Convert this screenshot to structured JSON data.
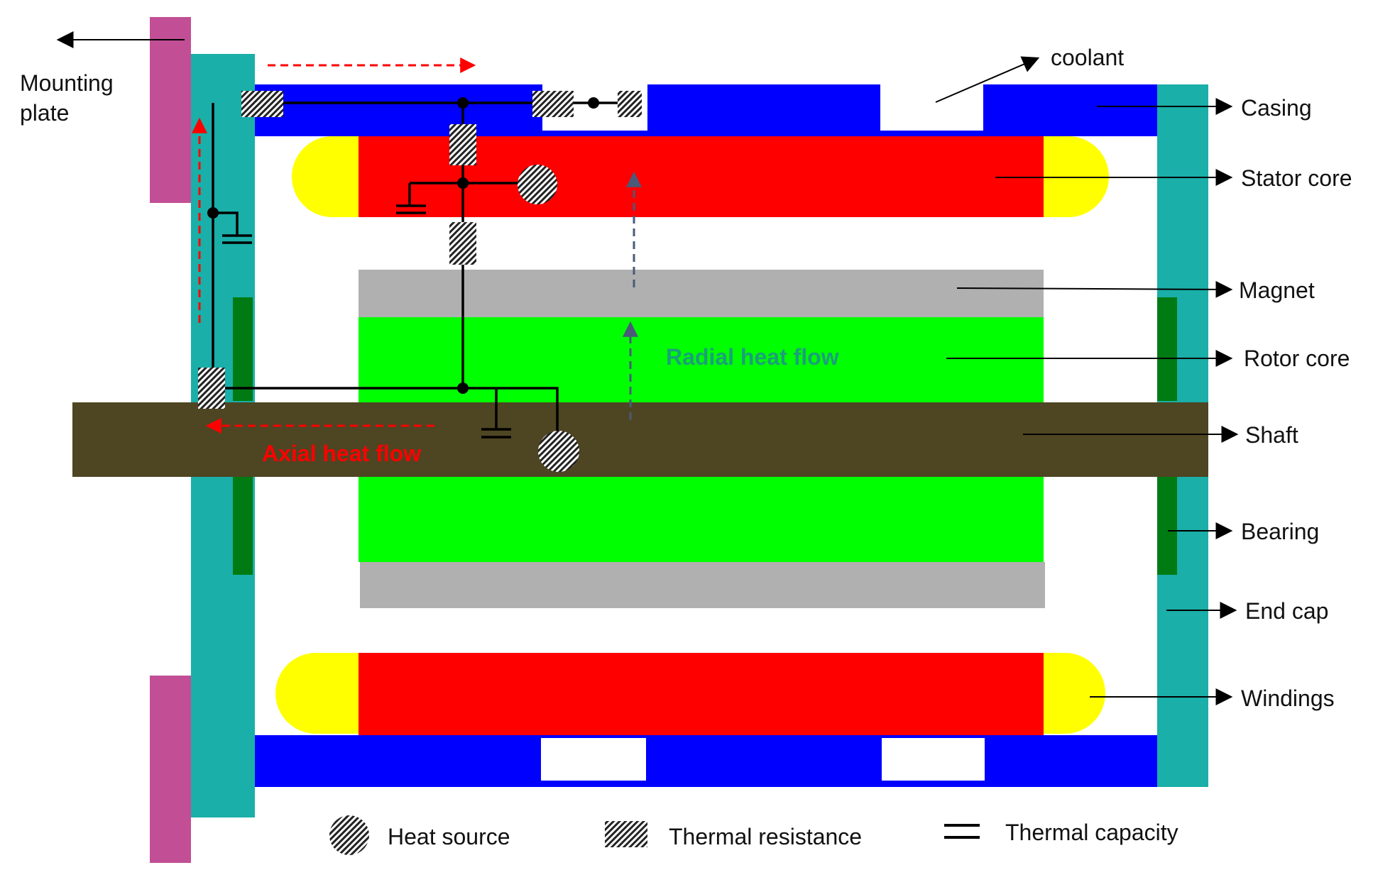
{
  "labels": {
    "mounting_plate_line1": "Mounting",
    "mounting_plate_line2": "plate",
    "coolant": "coolant",
    "casing": "Casing",
    "stator_core": "Stator core",
    "magnet": "Magnet",
    "rotor_core": "Rotor core",
    "shaft": "Shaft",
    "bearing": "Bearing",
    "end_cap": "End cap",
    "windings": "Windings"
  },
  "flows": {
    "radial": "Radial heat flow",
    "axial": "Axial heat flow"
  },
  "legend": {
    "heat_source": "Heat source",
    "thermal_resistance": "Thermal resistance",
    "thermal_capacity": "Thermal capacity"
  },
  "colors": {
    "casing": "#0000ff",
    "stator": "#ff0000",
    "winding_end": "#ffff00",
    "magnet": "#b0b0b0",
    "rotor": "#00ff00",
    "shaft": "#4e4522",
    "endcap": "#1aafa8",
    "bearing": "#007a12",
    "mounting_plate": "#c24f96",
    "radial_text": "#1aa07a",
    "axial_text": "#ff0000",
    "flow_arrow_red": "#ff0000",
    "flow_arrow_blue": "#4a5a78"
  }
}
